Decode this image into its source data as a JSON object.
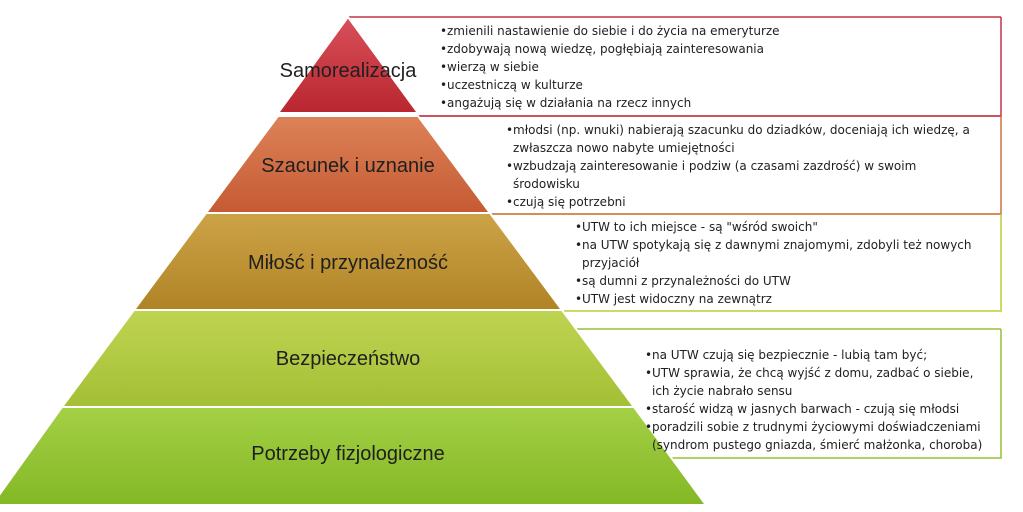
{
  "colors": {
    "level1": "#c9363f",
    "level2": "#cf6a44",
    "level3": "#bd8f2e",
    "level4": "#a8c23c",
    "level5": "#8ebf2f",
    "border1": "#c2344a",
    "border2": "#d2713e",
    "border3": "#b8cf3a",
    "border4": "#93c235"
  },
  "levels": [
    {
      "label": "Samorealizacja"
    },
    {
      "label": "Szacunek i uznanie"
    },
    {
      "label": "Miłość i przynależność"
    },
    {
      "label": "Bezpieczeństwo"
    },
    {
      "label": "Potrzeby fizjologiczne"
    }
  ],
  "boxes": [
    {
      "items": [
        "zmienili nastawienie do siebie i do życia na emeryturze",
        "zdobywają nową wiedzę, pogłębiają zainteresowania",
        "wierzą w siebie",
        "uczestniczą w kulturze",
        "angażują się w działania na rzecz innych"
      ]
    },
    {
      "items": [
        "młodsi (np. wnuki) nabierają szacunku do dziadków, doceniają ich wiedzę, a zwłaszcza nowo nabyte umiejętności",
        "wzbudzają zainteresowanie i podziw (a czasami zazdrość) w swoim środowisku",
        "czują się potrzebni"
      ]
    },
    {
      "items": [
        "UTW to ich miejsce - są \"wśród swoich\"",
        "na UTW spotykają się z dawnymi znajomymi, zdobyli też nowych przyjaciół",
        "są dumni z przynależności do UTW",
        "UTW jest widoczny na zewnątrz"
      ]
    },
    {
      "items": [
        "na UTW czują się bezpiecznie - lubią tam być;",
        "UTW sprawia, że chcą wyjść z domu, zadbać o siebie, ich życie nabrało sensu",
        "starość widzą w jasnych barwach - czują się młodsi",
        "poradzili sobie z trudnymi życiowymi doświadczeniami (syndrom pustego gniazda, śmierć małżonka, choroba)"
      ]
    }
  ]
}
